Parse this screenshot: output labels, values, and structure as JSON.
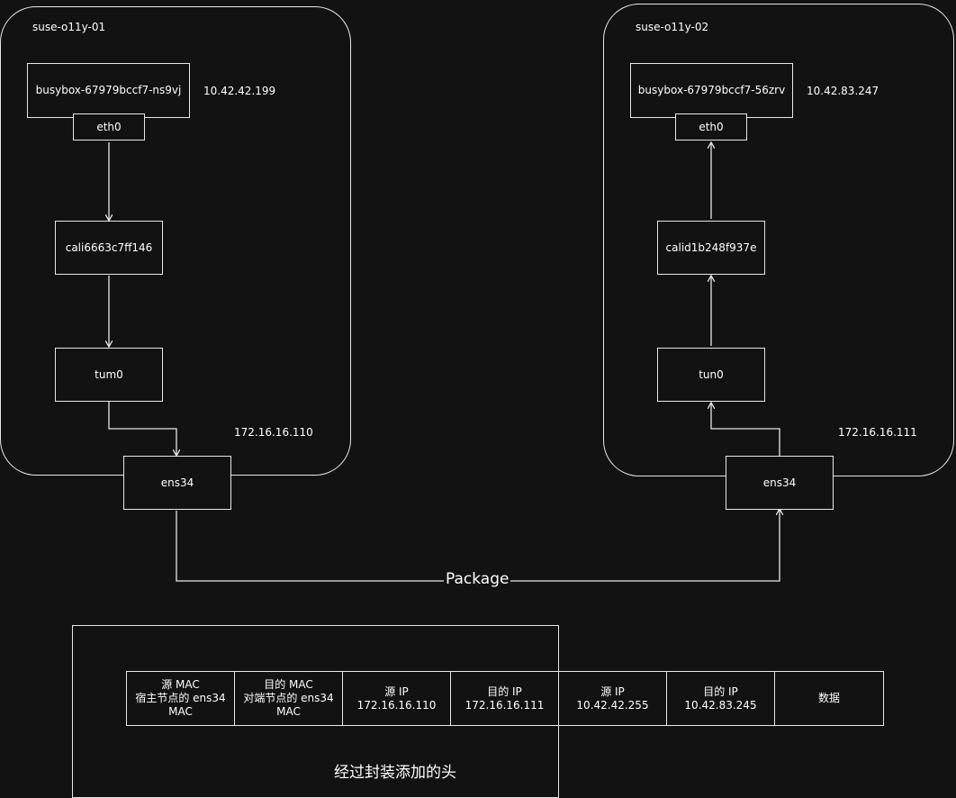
{
  "node1": {
    "title": "suse-o11y-01",
    "pod_name": "busybox-67979bccf7-ns9vj",
    "pod_ip": "10.42.42.199",
    "eth": "eth0",
    "cali": "cali6663c7ff146",
    "tun": "tum0",
    "host_ip": "172.16.16.110",
    "nic": "ens34"
  },
  "node2": {
    "title": "suse-o11y-02",
    "pod_name": "busybox-67979bccf7-56zrv",
    "pod_ip": "10.42.83.247",
    "eth": "eth0",
    "cali": "calid1b248f937e",
    "tun": "tun0",
    "host_ip": "172.16.16.111",
    "nic": "ens34"
  },
  "link_label": "Package",
  "packet": {
    "fields": [
      "源 MAC\n宿主节点的 ens34\nMAC",
      "目的 MAC\n对端节点的 ens34\nMAC",
      "源 IP\n172.16.16.110",
      "目的 IP\n172.16.16.111",
      "源 IP\n10.42.42.255",
      "目的 IP\n10.42.83.245",
      "数据"
    ],
    "encap_caption": "经过封装添加的头"
  }
}
